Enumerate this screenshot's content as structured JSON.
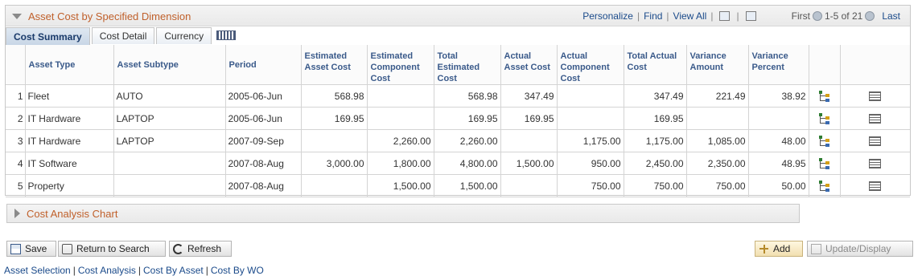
{
  "grid": {
    "title": "Asset Cost by Specified Dimension",
    "nav": {
      "personalize": "Personalize",
      "find": "Find",
      "view_all": "View All",
      "first": "First",
      "range": "1-5 of 21",
      "last": "Last"
    },
    "tabs": [
      {
        "label": "Cost Summary",
        "active": true
      },
      {
        "label": "Cost Detail",
        "active": false
      },
      {
        "label": "Currency",
        "active": false
      }
    ],
    "columns": [
      "Asset Type",
      "Asset Subtype",
      "Period",
      "Estimated Asset Cost",
      "Estimated Component Cost",
      "Total Estimated Cost",
      "Actual Asset Cost",
      "Actual Component Cost",
      "Total Actual Cost",
      "Variance Amount",
      "Variance Percent"
    ],
    "rows": [
      {
        "n": "1",
        "type": "Fleet",
        "subtype": "AUTO",
        "period": "2005-06-Jun",
        "est_asset": "568.98",
        "est_comp": "",
        "total_est": "568.98",
        "act_asset": "347.49",
        "act_comp": "",
        "total_act": "347.49",
        "var_amt": "221.49",
        "var_pct": "38.92"
      },
      {
        "n": "2",
        "type": "IT Hardware",
        "subtype": "LAPTOP",
        "period": "2005-06-Jun",
        "est_asset": "169.95",
        "est_comp": "",
        "total_est": "169.95",
        "act_asset": "169.95",
        "act_comp": "",
        "total_act": "169.95",
        "var_amt": "",
        "var_pct": ""
      },
      {
        "n": "3",
        "type": "IT Hardware",
        "subtype": "LAPTOP",
        "period": "2007-09-Sep",
        "est_asset": "",
        "est_comp": "2,260.00",
        "total_est": "2,260.00",
        "act_asset": "",
        "act_comp": "1,175.00",
        "total_act": "1,175.00",
        "var_amt": "1,085.00",
        "var_pct": "48.00"
      },
      {
        "n": "4",
        "type": "IT Software",
        "subtype": "",
        "period": "2007-08-Aug",
        "est_asset": "3,000.00",
        "est_comp": "1,800.00",
        "total_est": "4,800.00",
        "act_asset": "1,500.00",
        "act_comp": "950.00",
        "total_act": "2,450.00",
        "var_amt": "2,350.00",
        "var_pct": "48.95"
      },
      {
        "n": "5",
        "type": "Property",
        "subtype": "",
        "period": "2007-08-Aug",
        "est_asset": "",
        "est_comp": "1,500.00",
        "total_est": "1,500.00",
        "act_asset": "",
        "act_comp": "750.00",
        "total_act": "750.00",
        "var_amt": "750.00",
        "var_pct": "50.00"
      }
    ]
  },
  "chart_section": {
    "title": "Cost Analysis Chart"
  },
  "buttons": {
    "save": "Save",
    "return_to_search": "Return to Search",
    "refresh": "Refresh",
    "add": "Add",
    "update_display": "Update/Display"
  },
  "footer_links": [
    "Asset Selection",
    "Cost Analysis",
    "Cost By Asset",
    "Cost By WO"
  ],
  "colors": {
    "accent": "#c0602b",
    "link": "#1a4a8a",
    "header_text": "#3a5a8a"
  }
}
